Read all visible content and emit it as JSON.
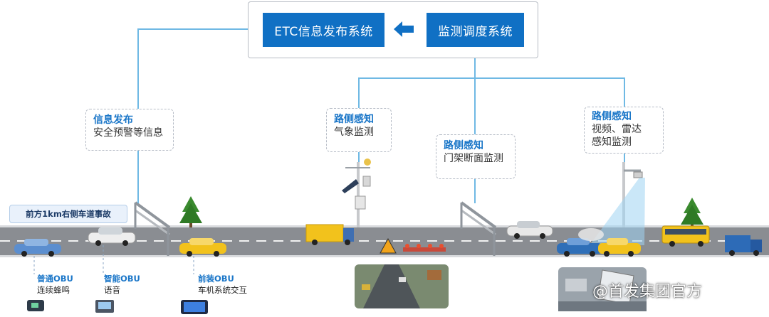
{
  "system": {
    "etc_label": "ETC信息发布系统",
    "monitor_label": "监测调度系统"
  },
  "cards": {
    "info_release": {
      "title": "信息发布",
      "desc": "安全预警等信息"
    },
    "weather": {
      "title": "路侧感知",
      "desc": "气象监测"
    },
    "gantry": {
      "title": "路侧感知",
      "desc": "门架断面监测"
    },
    "video_radar": {
      "title": "路侧感知",
      "desc_line1": "视频、雷达",
      "desc_line2": "感知监测"
    }
  },
  "callout": "前方1km右侧车道事故",
  "obu": [
    {
      "title": "普通OBU",
      "desc": "连续蜂鸣"
    },
    {
      "title": "智能OBU",
      "desc": "语音"
    },
    {
      "title": "前装OBU",
      "desc": "车机系统交互"
    }
  ],
  "watermark": "@首发集团官方",
  "colors": {
    "system_blue": "#1070c4",
    "title_blue": "#1a76c8",
    "connector": "#6fb9e4",
    "road": "#8a8d92"
  }
}
